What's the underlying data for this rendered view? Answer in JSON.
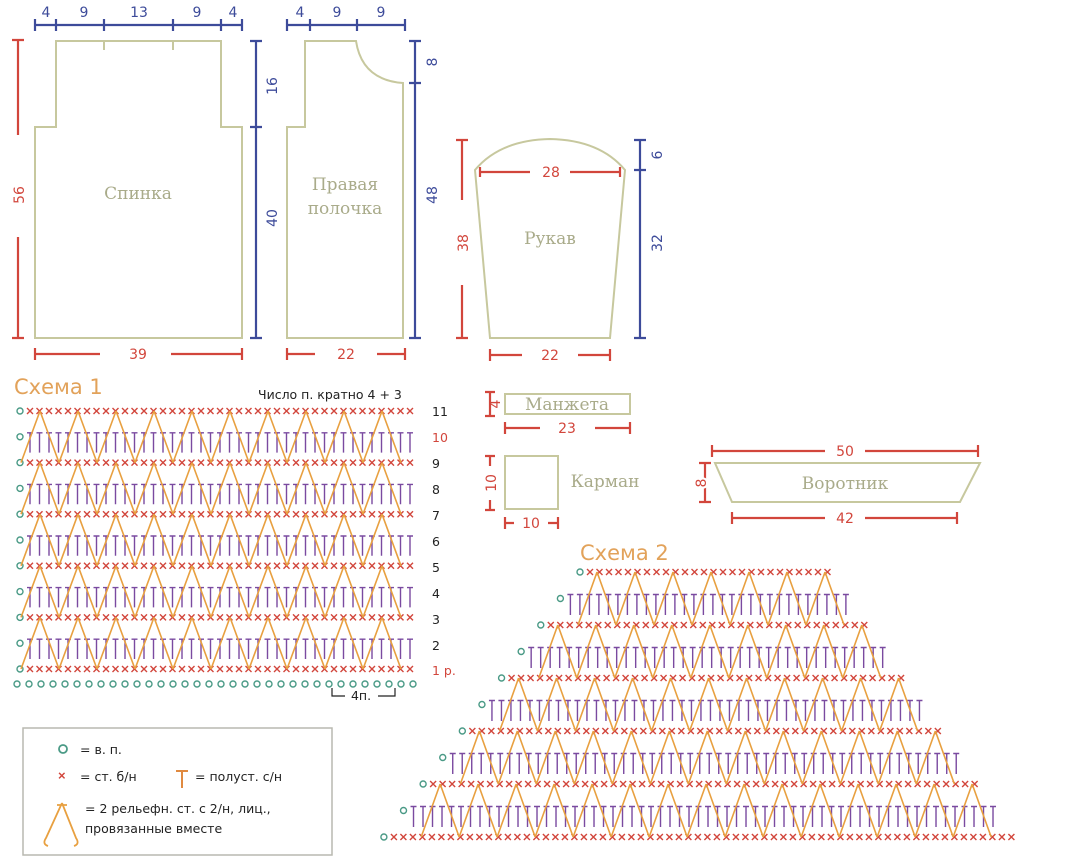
{
  "colors": {
    "red": "#d2463c",
    "blue": "#3d4b9a",
    "outline": "#c7c89e",
    "orange": "#e8a040",
    "green": "#4a9a86",
    "purple": "#7a4aa0"
  },
  "back": {
    "label": "Спинка",
    "top_dims": [
      "4",
      "9",
      "13",
      "9",
      "4"
    ],
    "height": "56",
    "upper": "16",
    "lower": "40",
    "width": "39"
  },
  "front": {
    "label_line1": "Правая",
    "label_line2": "полочка",
    "top_dims": [
      "4",
      "9",
      "9"
    ],
    "neck": "8",
    "height": "48",
    "width": "22"
  },
  "sleeve": {
    "label": "Рукав",
    "top": "28",
    "height": "38",
    "cap": "6",
    "body": "32",
    "width": "22"
  },
  "cuff": {
    "label": "Манжета",
    "height": "4",
    "width": "23"
  },
  "pocket": {
    "label": "Карман",
    "height": "10",
    "width": "10"
  },
  "collar": {
    "label": "Воротник",
    "top": "50",
    "bottom": "42",
    "height": "8"
  },
  "scheme1": {
    "title": "Схема 1",
    "note": "Число п. кратно 4 + 3",
    "rows": [
      "11",
      "10",
      "9",
      "8",
      "7",
      "6",
      "5",
      "4",
      "3",
      "2",
      "1 р."
    ],
    "repeat": "4п."
  },
  "scheme2": {
    "title": "Схема 2"
  },
  "legend": {
    "items": [
      {
        "icon": "chain-circle",
        "text": "= в. п."
      },
      {
        "icon": "cross",
        "text": "= ст. б/н"
      },
      {
        "icon": "half-double-t",
        "text": "= полуст. с/н"
      },
      {
        "icon": "relief-pair",
        "text": "= 2 рельефн. ст. с 2/н, лиц.,"
      },
      {
        "icon": "",
        "text": "провязанные вместе"
      }
    ]
  }
}
